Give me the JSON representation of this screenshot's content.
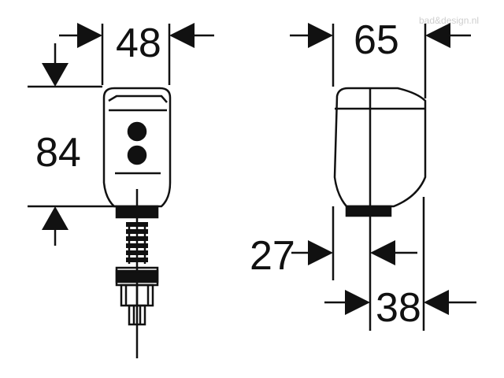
{
  "watermark": "bad&design.nl",
  "front_view": {
    "width_label": "48",
    "height_label": "84"
  },
  "side_view": {
    "depth_label": "65",
    "offset_label": "27",
    "base_label": "38"
  },
  "colors": {
    "ink": "#111111",
    "background": "#ffffff",
    "watermark": "#cfcfcf"
  }
}
